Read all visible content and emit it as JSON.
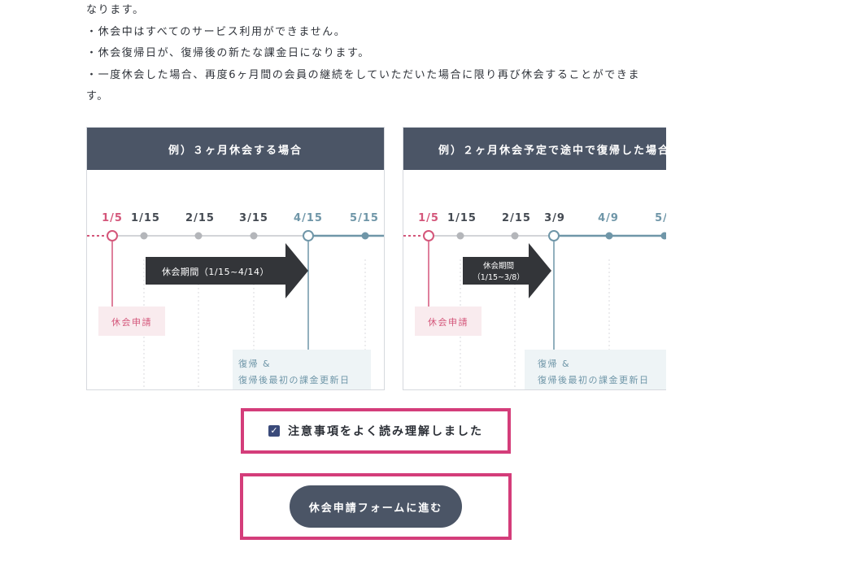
{
  "notes": [
    "なります。",
    "・休会中はすべてのサービス利用ができません。",
    "・休会復帰日が、復帰後の新たな課金日になります。",
    "・一度休会した場合、再度6ヶ月間の会員の継続をしていただいた場合に限り再び休会することができま",
    "す。"
  ],
  "example1": {
    "title": "例）３ヶ月休会する場合",
    "dates": [
      "1/5",
      "1/15",
      "2/15",
      "3/15",
      "4/15",
      "5/15"
    ],
    "arrow_label": "休会期間（1/15~4/14）",
    "apply_label": "休会申請",
    "return_label_1": "復帰 &",
    "return_label_2": "復帰後最初の課金更新日"
  },
  "example2": {
    "title": "例）２ヶ月休会予定で途中で復帰した場合",
    "dates": [
      "1/5",
      "1/15",
      "2/15",
      "3/9",
      "4/9",
      "5/"
    ],
    "arrow_label_1": "休会期間",
    "arrow_label_2": "（1/15~3/8）",
    "apply_label": "休会申請",
    "return_label_1": "復帰 &",
    "return_label_2": "復帰後最初の課金更新日"
  },
  "confirm": {
    "label": "注意事項をよく読み理解しました",
    "checked": true
  },
  "submit": {
    "label": "休会申請フォームに進む"
  },
  "colors": {
    "header": "#4b5566",
    "pink": "#d4567a",
    "teal": "#6f96a8",
    "gray_dot": "#b4b6ba",
    "highlight": "#d43d7a"
  }
}
